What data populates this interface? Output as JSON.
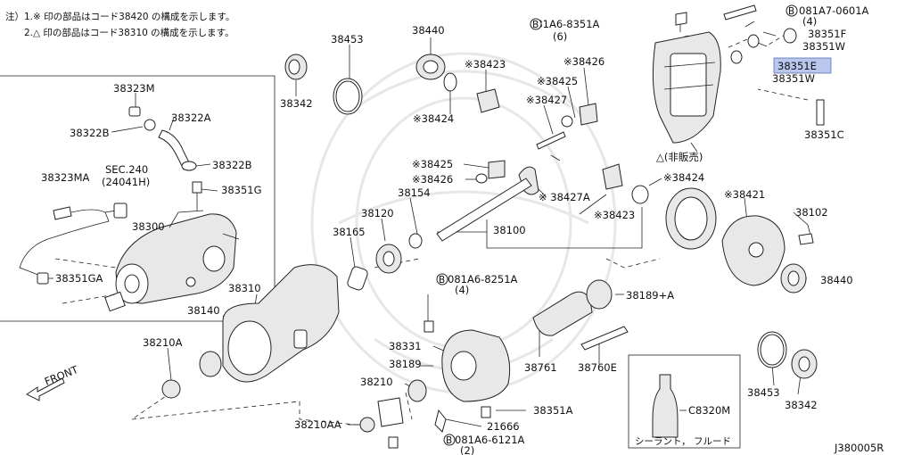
{
  "notes": {
    "line1": "注）1.※ 印の部品はコード38420 の構成を示します。",
    "line2": "2.△ 印の部品はコード38310 の構成を示します。"
  },
  "diagram_id": "J380005R",
  "front_label": "FRONT",
  "sec_ref": {
    "line1": "SEC.240",
    "line2": "(24041H)"
  },
  "not_for_sale": "△(非販売)",
  "sealant": {
    "code": "C8320M",
    "caption": "シーラント， フルード"
  },
  "highlight": "38351E",
  "bolts": {
    "b1": {
      "code": "081A6-8351A",
      "qty": "(6)"
    },
    "b2": {
      "code": "081A7-0601A",
      "qty": "(4)"
    },
    "b3": {
      "code": "081A6-8251A",
      "qty": "(4)"
    },
    "b4": {
      "code": "081A6-6121A",
      "qty": "(2)"
    },
    "circle_letter": "B"
  },
  "parts": {
    "p38323M": "38323M",
    "p38322A": "38322A",
    "p38322B_l": "38322B",
    "p38322B_r": "38322B",
    "p38323MA": "38323MA",
    "p38351G": "38351G",
    "p38300": "38300",
    "p38351GA": "38351GA",
    "p38342_t": "38342",
    "p38453_t": "38453",
    "p38440_t": "38440",
    "p38423_t": "※38423",
    "p38424_t": "※38424",
    "p38426_t": "※38426",
    "p38425_t": "※38425",
    "p38427": "※38427",
    "p38425_m": "※38425",
    "p38426_m": "※38426",
    "p38427A": "※ 38427A",
    "p38154": "38154",
    "p38120": "38120",
    "p38165": "38165",
    "p38100": "38100",
    "p38423_m": "※38423",
    "p38424_m": "※38424",
    "p38421": "※38421",
    "p38102": "38102",
    "p38440_r": "38440",
    "p38351F": "38351F",
    "p38351W_1": "38351W",
    "p38351W_2": "38351W",
    "p38351C": "38351C",
    "p38310": "38310",
    "p38140": "38140",
    "p38210A": "38210A",
    "p38189A": "38189+A",
    "p38331": "38331",
    "p38189": "38189",
    "p38210": "38210",
    "p38761": "38761",
    "p38760E": "38760E",
    "p21666": "21666",
    "p38351A": "38351A",
    "p38210AA": "38210AA",
    "p38453_b": "38453",
    "p38342_b": "38342"
  }
}
